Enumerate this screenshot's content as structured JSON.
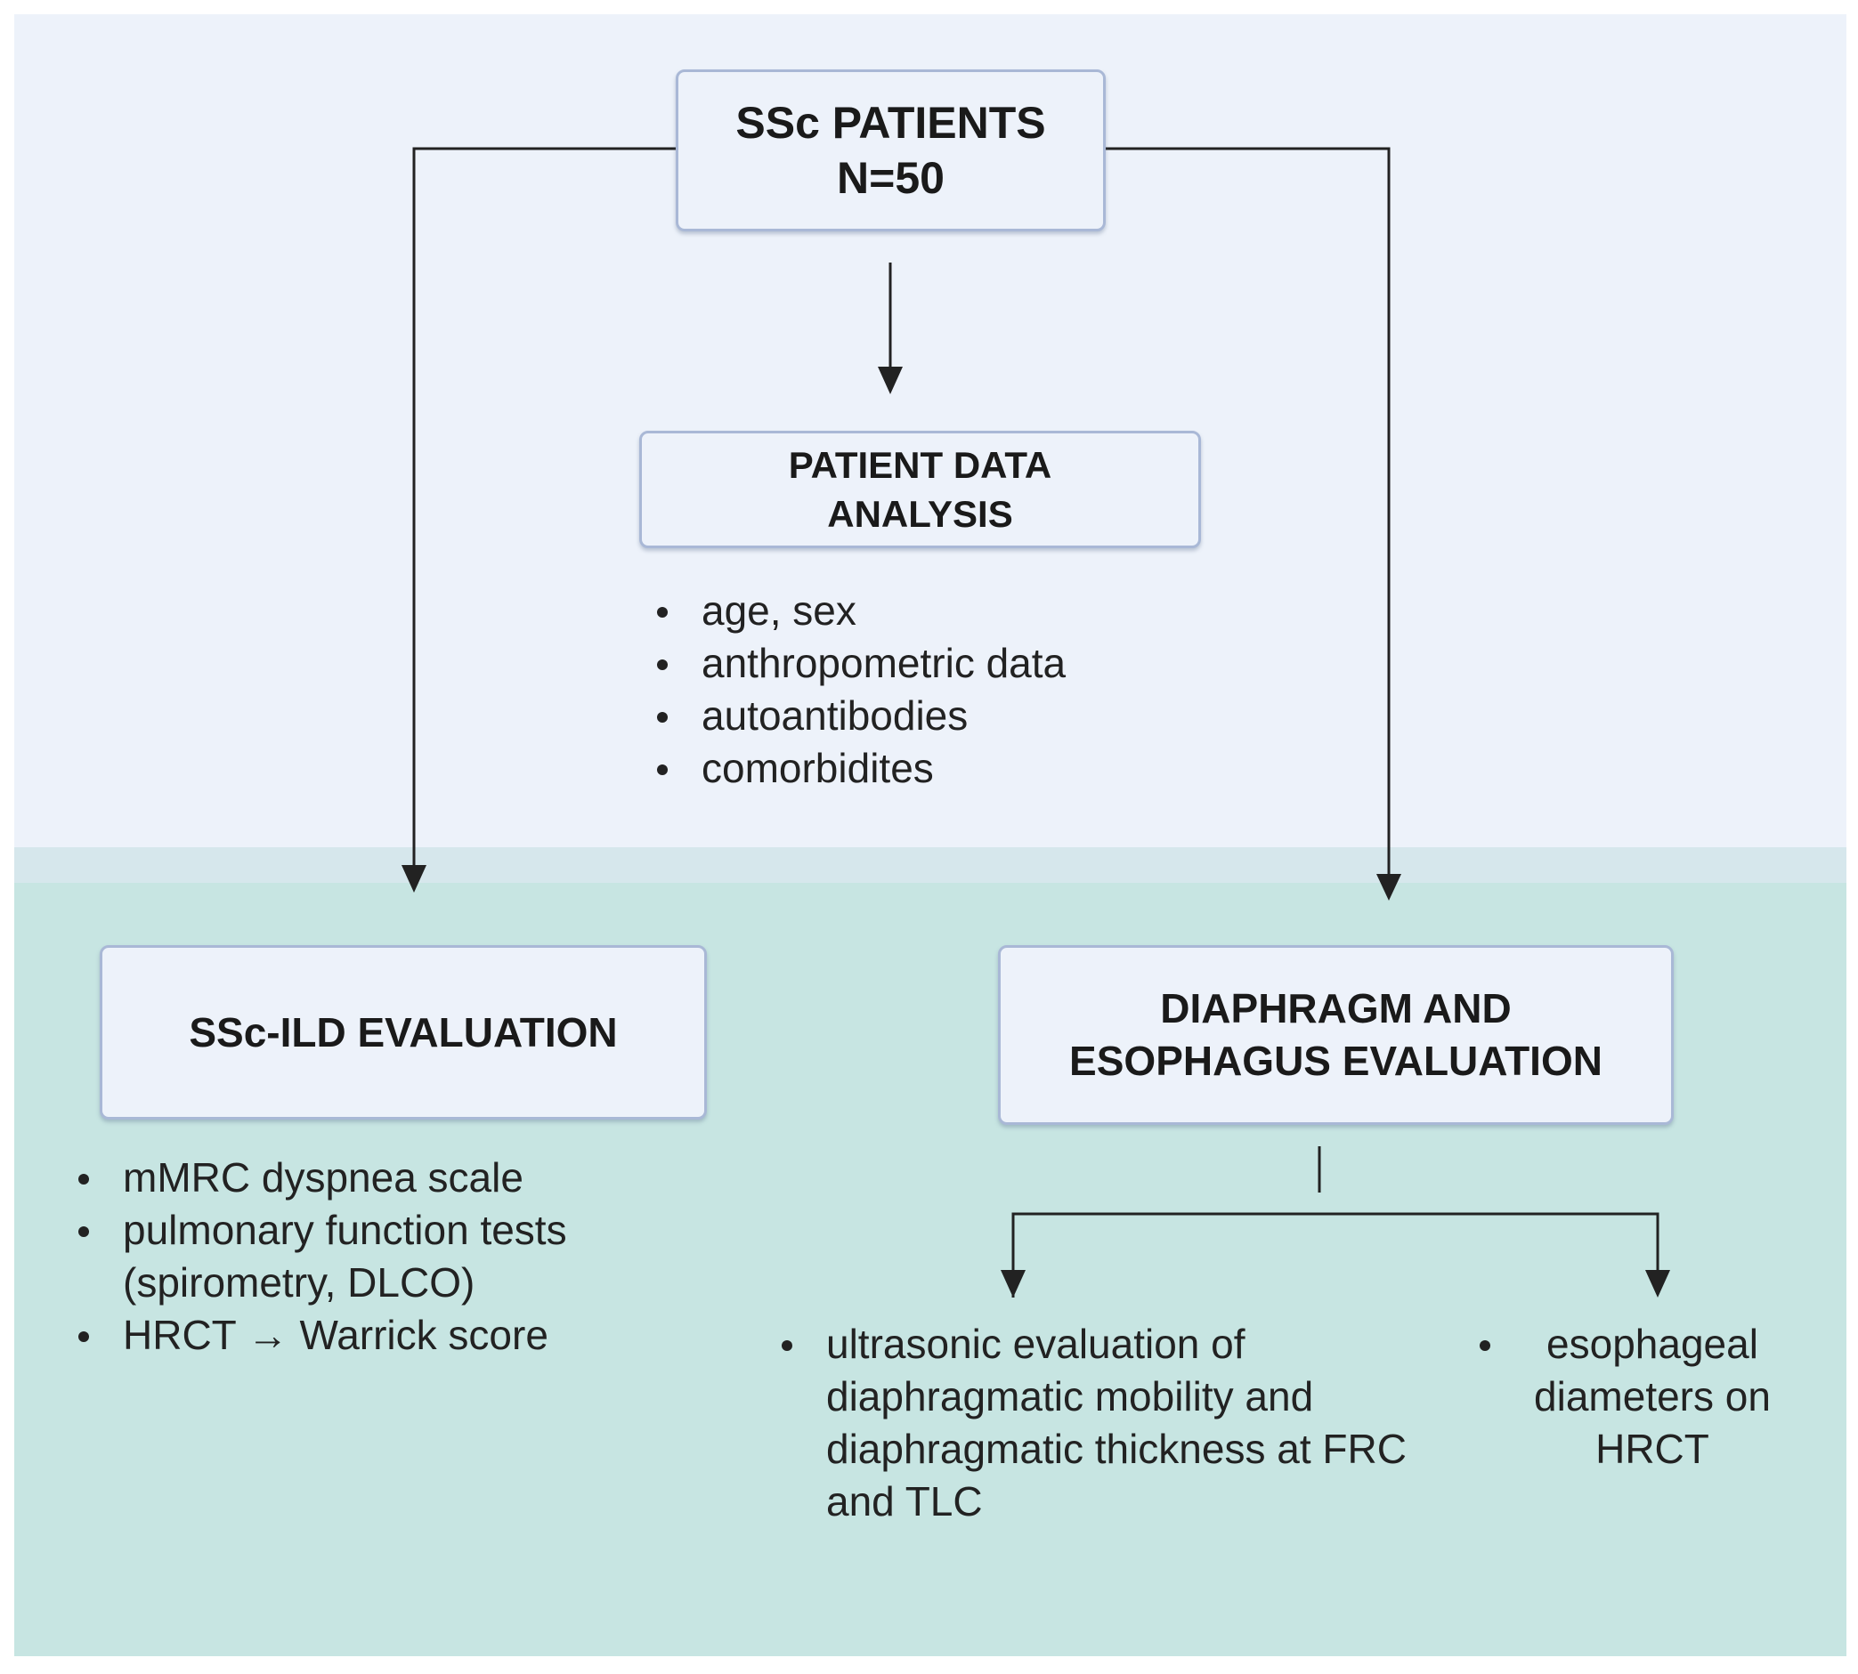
{
  "nodes": {
    "patients": {
      "line1": "SSc PATIENTS",
      "line2": "N=50"
    },
    "analysis": {
      "line1": "PATIENT DATA",
      "line2": "ANALYSIS"
    },
    "ild": {
      "line1": "SSc-ILD EVALUATION"
    },
    "diaphragm": {
      "line1": "DIAPHRAGM AND",
      "line2": "ESOPHAGUS EVALUATION"
    }
  },
  "lists": {
    "analysis": [
      "age, sex",
      "anthropometric data",
      "autoantibodies",
      "comorbidites"
    ],
    "ild": [
      "mMRC dyspnea scale",
      "pulmonary function tests (spirometry, DLCO)",
      "HRCT → Warrick score"
    ],
    "ultrasonic": [
      "ultrasonic evaluation of diaphragmatic mobility and diaphragmatic thickness at FRC and TLC"
    ],
    "esophageal": [
      "esophageal diameters on HRCT"
    ]
  },
  "colors": {
    "top_panel": "#edf2fa",
    "bottom_panel": "#c7e5e2",
    "box_border": "#a9b8d6",
    "line": "#222222"
  }
}
